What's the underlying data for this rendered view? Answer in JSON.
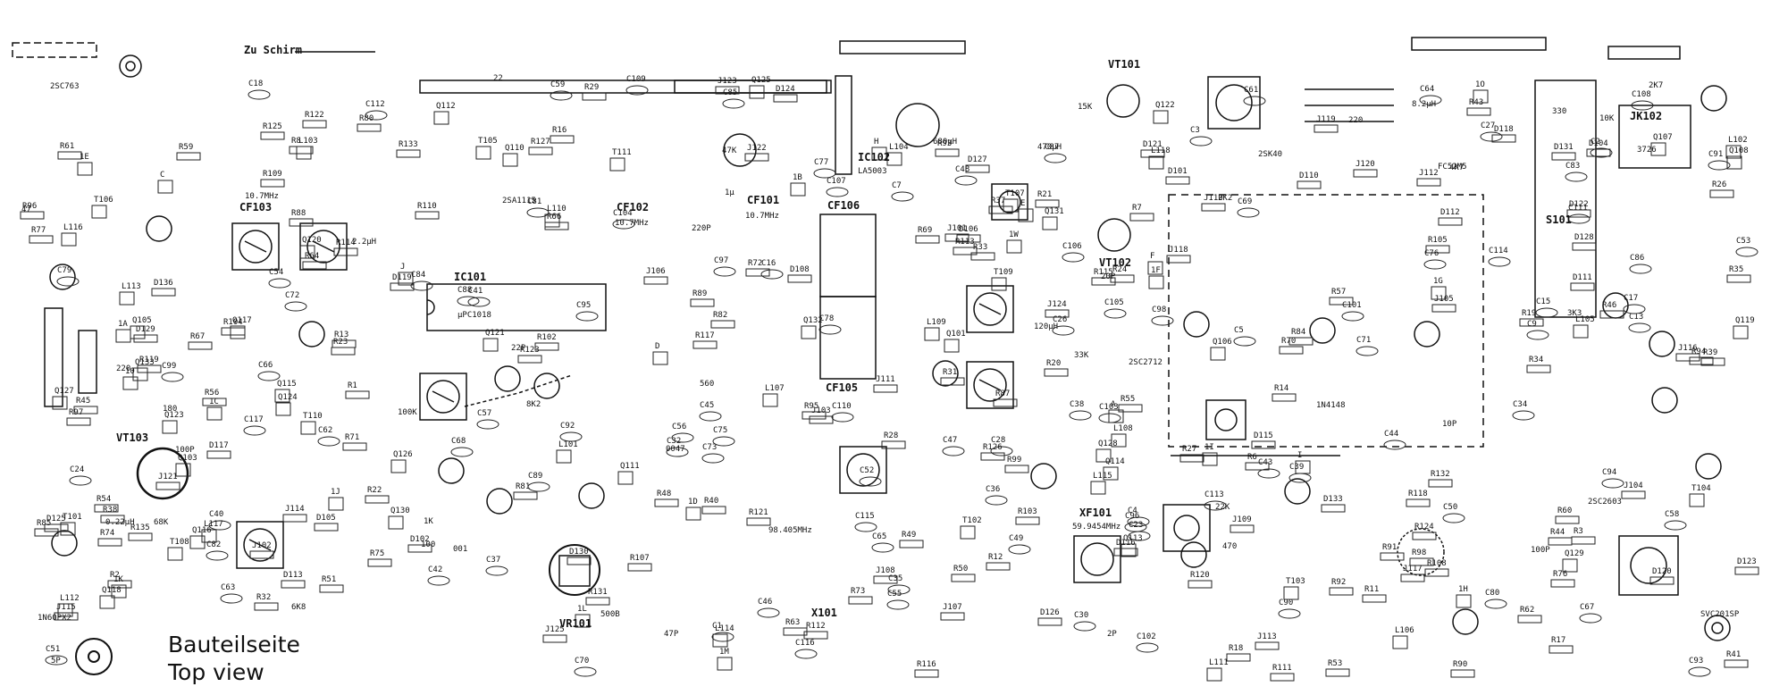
{
  "legend": {
    "line1": "Bauteilseite",
    "line2": "Top view"
  },
  "annotation": "Zu Schirm",
  "ic_labels": {
    "ic101": "IC101",
    "ic101_part": "µPC1018",
    "ic102": "IC102",
    "ic102_part": "LA5003"
  },
  "filters": {
    "cf101": "CF101",
    "cf101_val": "10.7MHz",
    "cf102": "CF102",
    "cf102_val": "10.7MHz",
    "cf103": "CF103",
    "cf103_val": "10.7MHz",
    "cf105": "CF105",
    "cf106": "CF106"
  },
  "crystal": {
    "x101": "X101",
    "x101_val": "98.405MHz",
    "xf101": "XF101",
    "xf101_val": "59.9454MHz"
  },
  "switch_s101": "S101",
  "jack": {
    "jk102": "JK102",
    "jk_val": "3726"
  },
  "connectors": [
    "A",
    "C",
    "D",
    "E",
    "F",
    "H",
    "I",
    "J"
  ],
  "transformers": [
    "T101",
    "T102",
    "T103",
    "T104",
    "T105",
    "T106",
    "T107",
    "T108",
    "T109",
    "T110",
    "T111"
  ],
  "vr": {
    "vr101": "VR101",
    "vr_val": "500B"
  },
  "vt": {
    "vt101": "VT101",
    "vt102": "VT102",
    "vt103": "VT103",
    "vt_val": "20P",
    "vt103_val": "100P"
  },
  "points": [
    "1A",
    "1B",
    "1C",
    "1D",
    "1E",
    "1F",
    "1G",
    "1H",
    "1I",
    "1J",
    "1K",
    "1L",
    "1M",
    "1W",
    "10",
    "1O"
  ],
  "components": {
    "transistors": [
      "Q101",
      "Q103",
      "Q105",
      "Q106",
      "Q107",
      "Q108",
      "Q110",
      "Q111",
      "Q112",
      "Q113",
      "Q114",
      "Q115",
      "Q116",
      "Q117",
      "Q118",
      "Q119",
      "Q120",
      "Q121",
      "Q122",
      "Q123",
      "Q124",
      "Q125",
      "Q126",
      "Q127",
      "Q128",
      "Q129",
      "Q130",
      "Q131",
      "Q132",
      "Q133"
    ],
    "diodes": [
      "D101",
      "D102",
      "D104",
      "D105",
      "D106",
      "D108",
      "D110",
      "D111",
      "D112",
      "D113",
      "D115",
      "D116",
      "D117",
      "D118",
      "D119",
      "D120",
      "D121",
      "D122",
      "D123",
      "D124",
      "D125",
      "D126",
      "D127",
      "D128",
      "D129",
      "D130",
      "D131",
      "D133",
      "D136"
    ],
    "resistors": [
      "R1",
      "R2",
      "R3",
      "R6",
      "R7",
      "R8",
      "R11",
      "R12",
      "R13",
      "R14",
      "R16",
      "R17",
      "R18",
      "R19",
      "R20",
      "R21",
      "R22",
      "R23",
      "R24",
      "R26",
      "R27",
      "R28",
      "R29",
      "R31",
      "R32",
      "R33",
      "R34",
      "R35",
      "R37",
      "R38",
      "R39",
      "R40",
      "R41",
      "R43",
      "R44",
      "R45",
      "R46",
      "R48",
      "R49",
      "R50",
      "R51",
      "R53",
      "R54",
      "R55",
      "R56",
      "R57",
      "R59",
      "R60",
      "R61",
      "R62",
      "R63",
      "R64",
      "R66",
      "R67",
      "R69",
      "R70",
      "R71",
      "R72",
      "R73",
      "R74",
      "R75",
      "R76",
      "R77",
      "R80",
      "R81",
      "R82",
      "R84",
      "R85",
      "R87",
      "R88",
      "R89",
      "R90",
      "R91",
      "R92",
      "R93",
      "R94",
      "R95",
      "R96",
      "R97",
      "R98",
      "R99",
      "R102",
      "R103",
      "R104",
      "R105",
      "R107",
      "R108",
      "R109",
      "R110",
      "R111",
      "R112",
      "R113",
      "R114",
      "R115",
      "R116",
      "R117",
      "R118",
      "R119",
      "R120",
      "R121",
      "R122",
      "R123",
      "R124",
      "R125",
      "R126",
      "R127",
      "R131",
      "R132",
      "R133",
      "R135"
    ],
    "capacitors": [
      "C1",
      "C2",
      "C3",
      "C4",
      "C5",
      "C7",
      "C9",
      "C13",
      "C15",
      "C16",
      "C17",
      "C18",
      "C23",
      "C24",
      "C26",
      "C27",
      "C28",
      "C30",
      "C32",
      "C34",
      "C35",
      "C36",
      "C37",
      "C38",
      "C39",
      "C40",
      "C41",
      "C42",
      "C43",
      "C44",
      "C45",
      "C46",
      "C47",
      "C48",
      "C49",
      "C50",
      "C51",
      "C52",
      "C53",
      "C54",
      "C55",
      "C56",
      "C57",
      "C58",
      "C59",
      "C61",
      "C62",
      "C63",
      "C64",
      "C65",
      "C66",
      "C67",
      "C68",
      "C69",
      "C70",
      "C71",
      "C72",
      "C73",
      "C75",
      "C76",
      "C77",
      "C78",
      "C79",
      "C80",
      "C81",
      "C82",
      "C83",
      "C84",
      "C85",
      "C86",
      "C87",
      "C88",
      "C89",
      "C90",
      "C91",
      "C92",
      "C93",
      "C94",
      "C95",
      "C96",
      "C97",
      "C98",
      "C99",
      "C101",
      "C102",
      "C103",
      "C104",
      "C105",
      "C106",
      "C107",
      "C108",
      "C109",
      "C110",
      "C111",
      "C112",
      "C113",
      "C114",
      "C115",
      "C116",
      "C117"
    ],
    "inductors": [
      "L101",
      "L102",
      "L103",
      "L104",
      "L105",
      "L106",
      "L107",
      "L108",
      "L109",
      "L110",
      "L111",
      "L112",
      "L113",
      "L114",
      "L115",
      "L116",
      "L117",
      "L118"
    ],
    "jumpers": [
      "J101",
      "J102",
      "J103",
      "J104",
      "J105",
      "J106",
      "J107",
      "J108",
      "J109",
      "J110",
      "J111",
      "J112",
      "J113",
      "J114",
      "J115",
      "J116",
      "J117",
      "J118",
      "J119",
      "J120",
      "J121",
      "J122",
      "J123",
      "J124",
      "J125"
    ]
  },
  "values": [
    "180",
    "1K",
    "4K7",
    "10K",
    "22K",
    "47K",
    "100K",
    "220",
    "330",
    "470",
    "560",
    "2K2",
    "2K7",
    "3K3",
    "6K8",
    "8K2",
    "15K",
    "33K",
    "68K",
    "100P",
    "220P",
    "2P",
    "5P",
    "10P",
    "22P",
    "47P",
    "001",
    "0047",
    "22",
    "47",
    "100",
    "220",
    "1μ",
    "2.2μH",
    "0.22μH",
    "8.2μH",
    "120μH",
    "470μH",
    "680μH",
    "1N4148",
    "1N60PX2",
    "2SC2603",
    "2SC763",
    "2SC2712",
    "2SA1115",
    "2SK40",
    "FC52M5",
    "SVC201SP"
  ]
}
